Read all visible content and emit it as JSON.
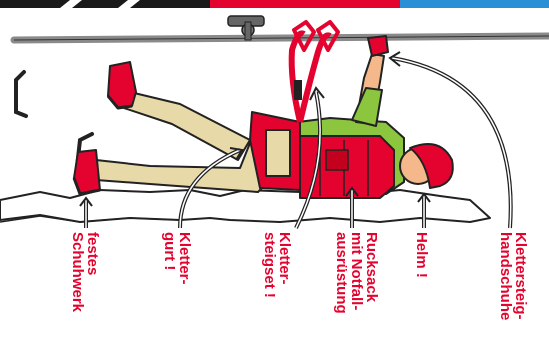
{
  "labels": {
    "schuhwerk": "festes\nSchuhwerk",
    "gurt": "Kletter-\ngurt !",
    "steigset": "Kletter-\nsteigset !",
    "rucksack": "Rucksack\nmit Notfall-\nausrüstung",
    "helm": "Helm !",
    "handschuhe": "Klettersteig-\nhandschuhe"
  },
  "colors": {
    "label_red": "#e4032e",
    "top_bar_red": "#e4032e",
    "top_bar_blue": "#2a8fd6",
    "top_bar_black": "#1a1a1a",
    "rucksack_red": "#e4032e",
    "shirt_green": "#8cc63f",
    "pants_beige": "#e8d9a8",
    "skin": "#f5b88a",
    "cable_grey": "#8a8a8a"
  },
  "icons": {
    "figure": "climber-on-via-ferrata-figure",
    "arrow": "curved-arrow-icon"
  }
}
